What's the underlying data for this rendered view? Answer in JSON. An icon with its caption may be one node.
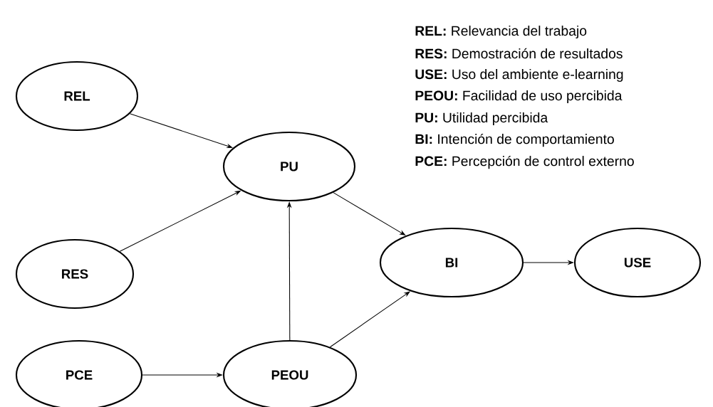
{
  "diagram": {
    "nodes": [
      {
        "text": [
          "REL"
        ]
      },
      {
        "text": [
          "PU"
        ]
      },
      {
        "text": [
          "RES"
        ]
      },
      {
        "text": [
          "BI"
        ]
      },
      {
        "text": [
          "USE"
        ]
      },
      {
        "text": [
          "PCE"
        ]
      },
      {
        "text": [
          "PEOU"
        ]
      }
    ],
    "edges": [
      {
        "from": 0,
        "to": 1,
        "arrow": "to"
      },
      {
        "from": 2,
        "to": 1,
        "arrow": "to"
      },
      {
        "from": 6,
        "to": 1,
        "arrow": "to"
      },
      {
        "from": 1,
        "to": 3,
        "arrow": "to"
      },
      {
        "from": 6,
        "to": 3,
        "arrow": "to"
      },
      {
        "from": 3,
        "to": 4,
        "arrow": "to"
      },
      {
        "from": 5,
        "to": 6,
        "arrow": "to"
      }
    ],
    "labels": [
      "**REL:** Relevancia del trabajo",
      "**RES:** Demostración de resultados",
      "**USE:** Uso del ambiente e-learning",
      "**PEOU:** Facilidad de uso percibida",
      "**PU:** Utilidad percibida",
      "**BI:** Intención de comportamiento",
      "**PCE:** Percepción de control externo"
    ]
  }
}
